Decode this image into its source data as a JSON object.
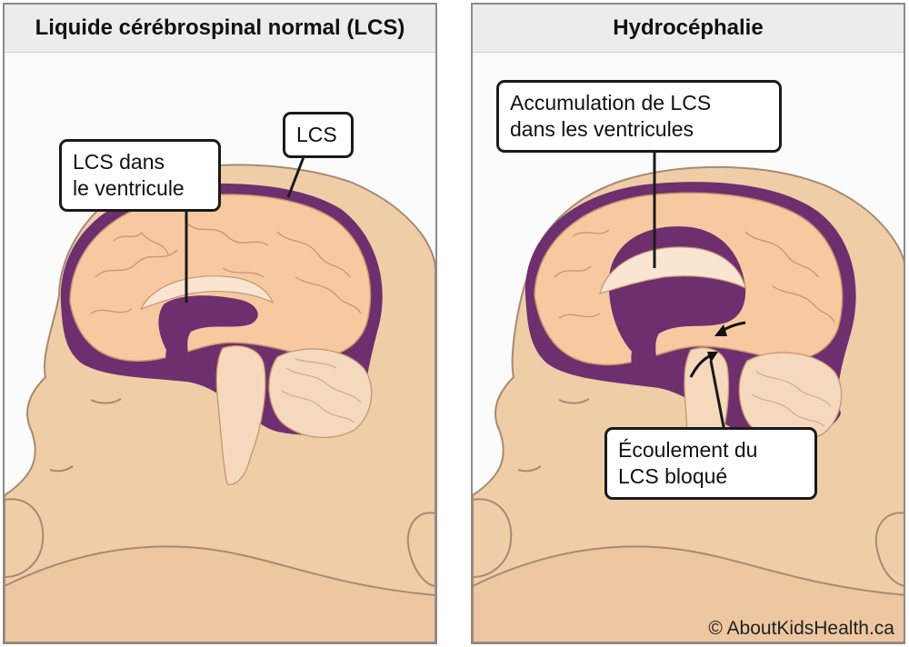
{
  "panels": {
    "normal": {
      "title": "Liquide cérébrospinal normal (LCS)",
      "callouts": {
        "ventricle_line1": "LCS dans",
        "ventricle_line2": "le ventricule",
        "csf": "LCS"
      }
    },
    "hydro": {
      "title": "Hydrocéphalie",
      "callouts": {
        "accumulation_line1": "Accumulation de LCS",
        "accumulation_line2": "dans les ventricules",
        "blocked_line1": "Écoulement du",
        "blocked_line2": "LCS bloqué"
      }
    }
  },
  "copyright": "© AboutKidsHealth.ca",
  "colors": {
    "skin": "#efcda7",
    "skin_outline": "#a88a72",
    "csf": "#6e2f6e",
    "brain": "#f7c9a1",
    "cerebellum": "#f4d9bf"
  }
}
